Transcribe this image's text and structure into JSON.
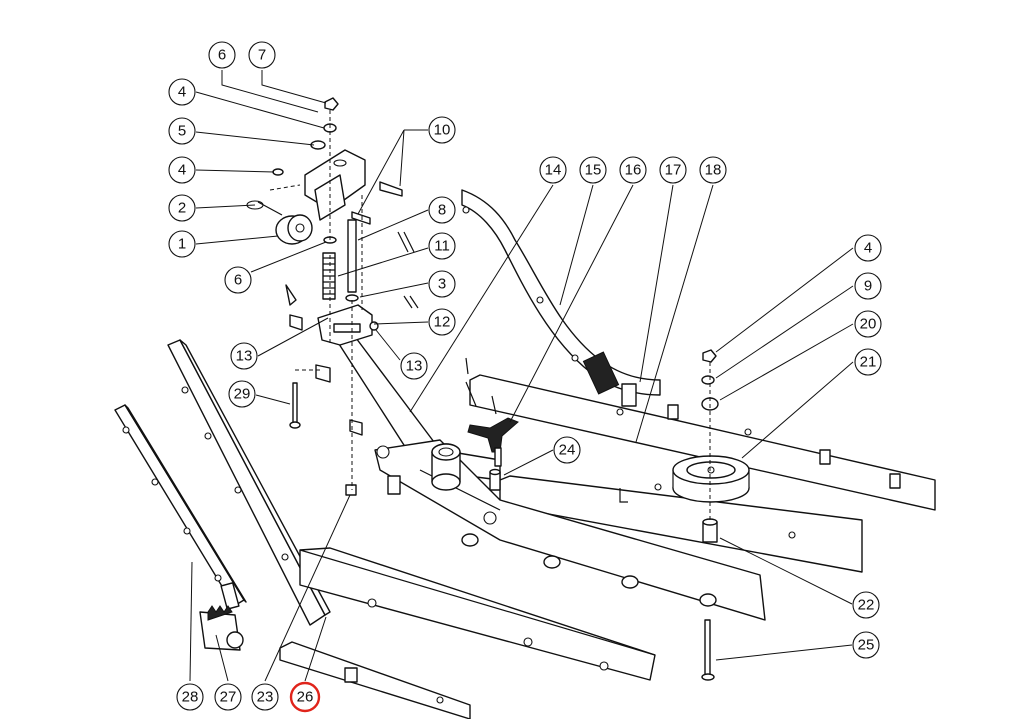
{
  "diagram": {
    "callouts": [
      {
        "id": "c6a",
        "label": "6"
      },
      {
        "id": "c7",
        "label": "7"
      },
      {
        "id": "c4a",
        "label": "4"
      },
      {
        "id": "c5",
        "label": "5"
      },
      {
        "id": "c4b",
        "label": "4"
      },
      {
        "id": "c2",
        "label": "2"
      },
      {
        "id": "c1",
        "label": "1"
      },
      {
        "id": "c6b",
        "label": "6"
      },
      {
        "id": "c10",
        "label": "10"
      },
      {
        "id": "c8",
        "label": "8"
      },
      {
        "id": "c11",
        "label": "11"
      },
      {
        "id": "c3",
        "label": "3"
      },
      {
        "id": "c12",
        "label": "12"
      },
      {
        "id": "c13a",
        "label": "13"
      },
      {
        "id": "c13b",
        "label": "13"
      },
      {
        "id": "c29",
        "label": "29"
      },
      {
        "id": "c14",
        "label": "14"
      },
      {
        "id": "c15",
        "label": "15"
      },
      {
        "id": "c16",
        "label": "16"
      },
      {
        "id": "c17",
        "label": "17"
      },
      {
        "id": "c18",
        "label": "18"
      },
      {
        "id": "c4c",
        "label": "4"
      },
      {
        "id": "c9",
        "label": "9"
      },
      {
        "id": "c20",
        "label": "20"
      },
      {
        "id": "c21",
        "label": "21"
      },
      {
        "id": "c24",
        "label": "24"
      },
      {
        "id": "c22",
        "label": "22"
      },
      {
        "id": "c25",
        "label": "25"
      },
      {
        "id": "c28",
        "label": "28"
      },
      {
        "id": "c27",
        "label": "27"
      },
      {
        "id": "c23",
        "label": "23"
      },
      {
        "id": "c26",
        "label": "26",
        "highlighted": true
      }
    ],
    "highlight_color": "#e0241b"
  }
}
